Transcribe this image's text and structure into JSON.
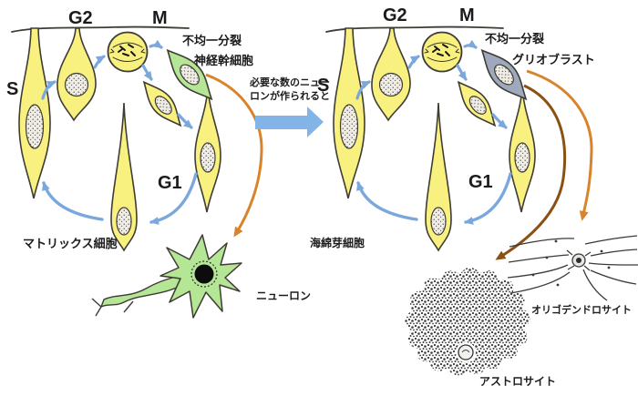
{
  "left_panel": {
    "phase_s": "S",
    "phase_g2": "G2",
    "phase_m": "M",
    "phase_g1": "G1",
    "asymmetric_division": "不均一分裂",
    "neural_stem_cell": "神経幹細胞",
    "matrix_cell": "マトリックス細胞",
    "neuron": "ニューロン"
  },
  "transition": {
    "caption_line1": "必要な数のニュー",
    "caption_line2": "ロンが作られると"
  },
  "right_panel": {
    "phase_s": "S",
    "phase_g2": "G2",
    "phase_m": "M",
    "phase_g1": "G1",
    "asymmetric_division": "不均一分裂",
    "glioblast": "グリオブラスト",
    "spongioblast": "海綿芽細胞",
    "oligodendrocyte": "オリゴデンドロサイト",
    "astrocyte": "アストロサイト"
  },
  "colors": {
    "cell_yellow": "#f8f180",
    "stem_green": "#b4e695",
    "glioblast_gray": "#9fa9bd",
    "cycle_arrow_blue": "#7aa7dc",
    "transition_arrow_blue": "#82b4e8",
    "arrow_orange": "#d9832a",
    "arrow_brown": "#8a5014",
    "outline": "#3f3c35"
  }
}
